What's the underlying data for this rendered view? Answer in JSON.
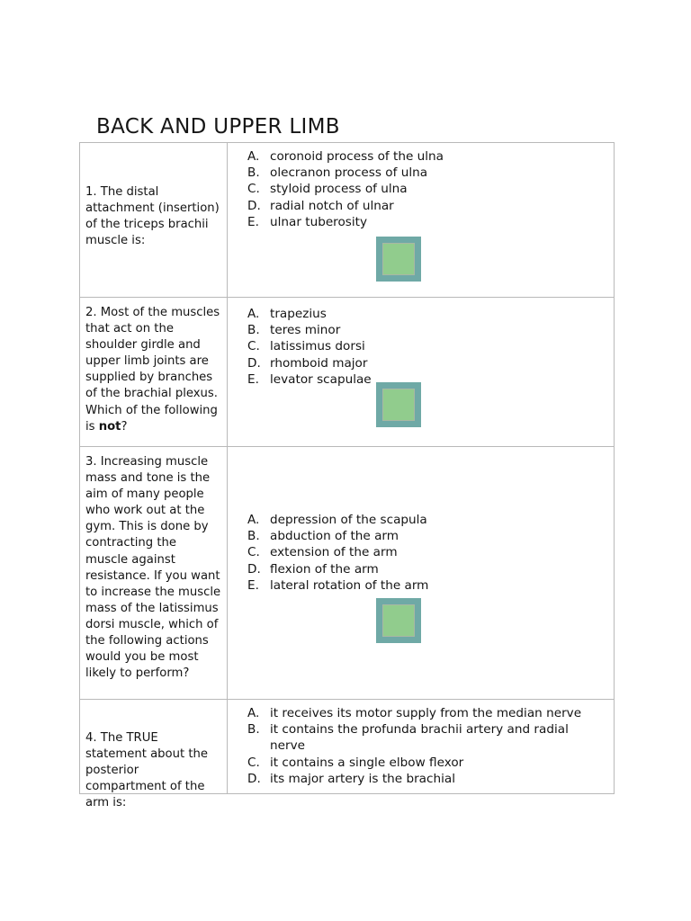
{
  "document": {
    "title": "BACK AND UPPER LIMB"
  },
  "quiz": {
    "questions": [
      {
        "number": "1.",
        "prompt": "1. The distal attachment (insertion) of the triceps brachii muscle is:",
        "prompt_bold": "",
        "options": [
          {
            "label": "A.",
            "text": "coronoid process of the ulna"
          },
          {
            "label": "B.",
            "text": "olecranon process of ulna"
          },
          {
            "label": "C.",
            "text": "styloid process of ulna"
          },
          {
            "label": "D.",
            "text": "radial notch of ulnar"
          },
          {
            "label": "E.",
            "text": "ulnar tuberosity"
          }
        ],
        "has_graphic": true
      },
      {
        "number": "2.",
        "prompt": "2. Most of the muscles that act on the shoulder girdle and upper limb joints are supplied by branches of the brachial plexus. Which of the following is ",
        "prompt_bold": "not",
        "prompt_tail": "?",
        "options": [
          {
            "label": "A.",
            "text": "trapezius"
          },
          {
            "label": "B.",
            "text": "teres minor"
          },
          {
            "label": "C.",
            "text": "latissimus dorsi"
          },
          {
            "label": "D.",
            "text": "rhomboid major"
          },
          {
            "label": "E.",
            "text": "levator scapulae"
          }
        ],
        "has_graphic": true
      },
      {
        "number": "3.",
        "prompt": "3. Increasing muscle mass and tone is the aim of many people who work out at the gym. This is done by contracting the muscle against resistance. If you want to increase the muscle mass of the latissimus dorsi muscle, which of the following actions would you be most likely to perform?",
        "prompt_bold": "",
        "options": [
          {
            "label": "A.",
            "text": "depression of the scapula"
          },
          {
            "label": "B.",
            "text": "abduction of the arm"
          },
          {
            "label": "C.",
            "text": "extension of the arm"
          },
          {
            "label": "D.",
            "text": "flexion of the arm"
          },
          {
            "label": "E.",
            "text": "lateral rotation of the arm"
          }
        ],
        "has_graphic": true
      },
      {
        "number": "4.",
        "prompt": "4. The TRUE statement about the posterior compartment of the arm is:",
        "prompt_bold": "",
        "options": [
          {
            "label": "A.",
            "text": "it receives its motor supply from the median nerve"
          },
          {
            "label": "B.",
            "text": "it contains the profunda brachii artery and radial nerve"
          },
          {
            "label": "C.",
            "text": "it contains a single elbow flexor"
          },
          {
            "label": "D.",
            "text": "its major artery is the brachial"
          }
        ],
        "has_graphic": false
      }
    ]
  },
  "colors": {
    "graphic_outer": "#6fa9a6",
    "graphic_inner": "#91cc8d",
    "table_border": "#b9b9b9",
    "text": "#141414",
    "page_background": "#ffffff"
  }
}
